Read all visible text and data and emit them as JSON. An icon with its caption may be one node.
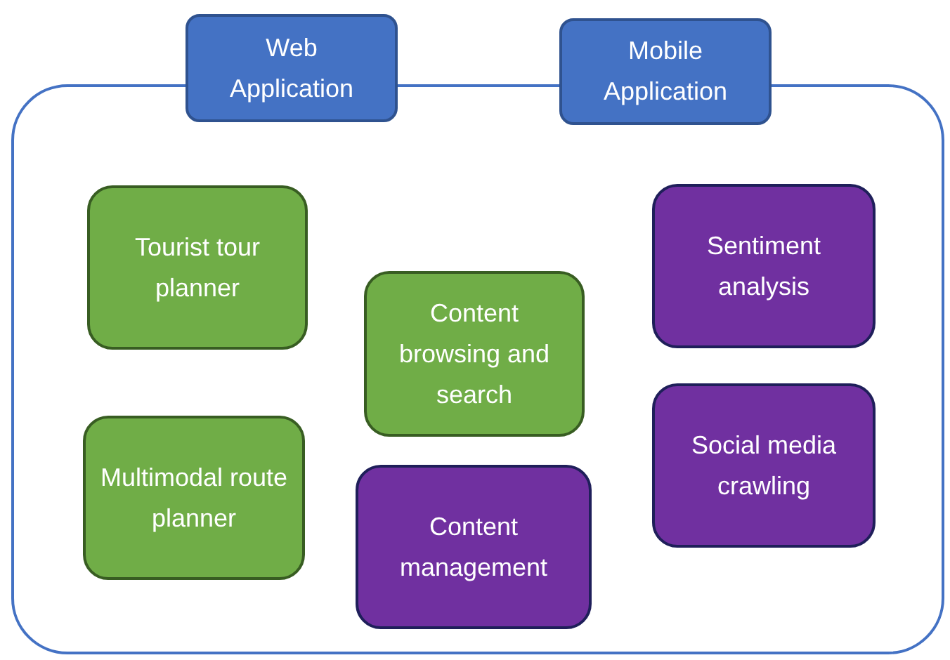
{
  "diagram": {
    "nodes": [
      {
        "text": [],
        "shape": "box"
      },
      {
        "text": [
          "Web Application"
        ]
      },
      {
        "text": [
          "Mobile Application"
        ]
      },
      {
        "text": [
          "Tourist tour planner"
        ],
        "in": 0
      },
      {
        "text": [
          "Sentiment analysis"
        ],
        "in": 0
      },
      {
        "text": [
          "Content browsing and search"
        ],
        "in": 0
      },
      {
        "text": [
          "Multimodal route planner"
        ],
        "in": 0
      },
      {
        "text": [
          "Social media crawling"
        ],
        "in": 0
      },
      {
        "text": [
          "Content management"
        ],
        "in": 0
      }
    ]
  }
}
